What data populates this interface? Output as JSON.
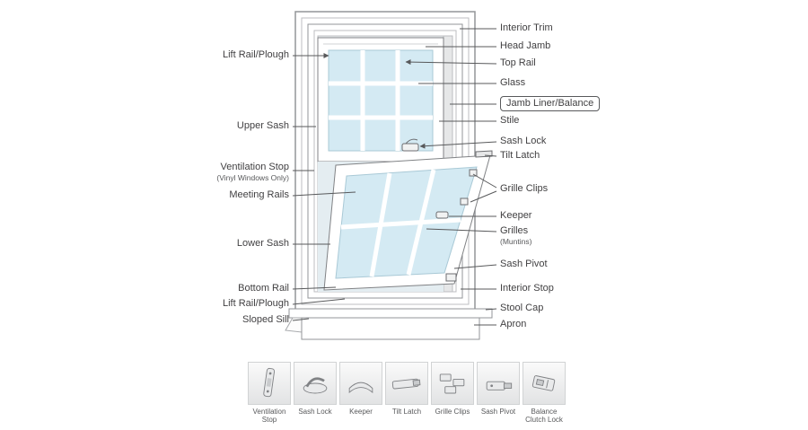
{
  "labels_left": [
    {
      "text": "Lift Rail/Plough"
    },
    {
      "text": "Upper Sash"
    },
    {
      "text": "Ventilation Stop",
      "sub": "(Vinyl Windows Only)"
    },
    {
      "text": "Meeting Rails"
    },
    {
      "text": "Lower Sash"
    },
    {
      "text": "Bottom Rail"
    },
    {
      "text": "Lift Rail/Plough"
    },
    {
      "text": "Sloped Sill"
    }
  ],
  "labels_right": [
    {
      "text": "Interior Trim"
    },
    {
      "text": "Head Jamb"
    },
    {
      "text": "Top Rail"
    },
    {
      "text": "Glass"
    },
    {
      "text": "Jamb Liner/Balance"
    },
    {
      "text": "Stile"
    },
    {
      "text": "Sash Lock"
    },
    {
      "text": "Tilt Latch"
    },
    {
      "text": "Grille Clips"
    },
    {
      "text": "Keeper"
    },
    {
      "text": "Grilles",
      "sub": "(Muntins)"
    },
    {
      "text": "Sash Pivot"
    },
    {
      "text": "Interior Stop"
    },
    {
      "text": "Stool Cap"
    },
    {
      "text": "Apron"
    }
  ],
  "thumbnails": [
    {
      "label": "Ventilation Stop"
    },
    {
      "label": "Sash Lock"
    },
    {
      "label": "Keeper"
    },
    {
      "label": "Tilt Latch"
    },
    {
      "label": "Grille Clips"
    },
    {
      "label": "Sash Pivot"
    },
    {
      "label": "Balance Clutch Lock"
    }
  ],
  "colors": {
    "glass": "#d4eaf3",
    "leader_line": "#58595b",
    "frame_stroke": "#939598",
    "label_text": "#414042"
  }
}
